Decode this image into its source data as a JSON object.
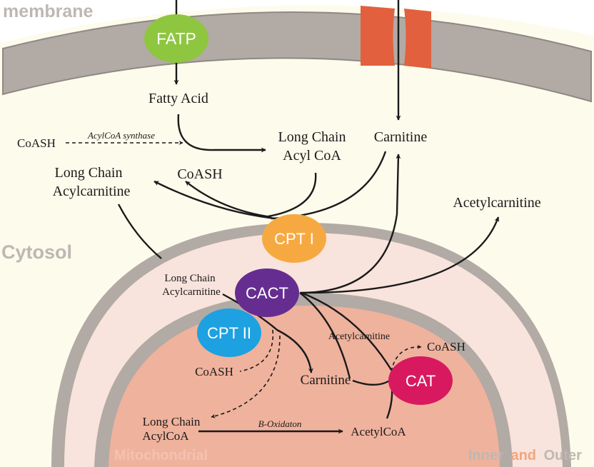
{
  "labels": {
    "membrane": "membrane",
    "cytosol": "Cytosol",
    "mitochondrial": "Mitochondrial",
    "inner": "Inner",
    "and": "and",
    "outer": "Outer"
  },
  "proteins": {
    "fatp": "FATP",
    "cpt1": "CPT I",
    "cact": "CACT",
    "cpt2": "CPT II",
    "cat": "CAT"
  },
  "metabolites": {
    "fatty_acid": "Fatty Acid",
    "coash_cytosol_left": "CoASH",
    "acylcoa_synthase": "AcylCoA synthase",
    "long_chain_acyl_coa_line1": "Long Chain",
    "long_chain_acyl_coa_line2": "Acyl CoA",
    "carnitine_top": "Carnitine",
    "long_chain_acylcarnitine_line1": "Long Chain",
    "long_chain_acylcarnitine_line2": "Acylcarnitine",
    "coash_cytosol_mid": "CoASH",
    "acetylcarnitine_out": "Acetylcarnitine",
    "ims_long_chain_acylcarnitine_line1": "Long Chain",
    "ims_long_chain_acylcarnitine_line2": "Acylcarnitine",
    "acetylcarnitine_inner": "Acetylcarnitine",
    "coash_cat": "CoASH",
    "coash_cpt2": "CoASH",
    "carnitine_matrix": "Carnitine",
    "matrix_long_chain_line1": "Long Chain",
    "matrix_long_chain_line2": "AcylCoA",
    "b_oxidation": "B-Oxidaton",
    "acetylcoa": "AcetylCoA"
  },
  "colors": {
    "background": "#ffffff",
    "cytosol": "#fdfbec",
    "membrane": "#b2aaa4",
    "membrane_edge": "#8f8883",
    "channel": "#e2603d",
    "intermembrane": "#f8e4dc",
    "matrix": "#efb29d",
    "fatp": "#8ec63f",
    "cpt1": "#f7a941",
    "cact": "#662d91",
    "cpt2": "#1ea1e0",
    "cat": "#d8195f",
    "label_gray": "#bdb8b3",
    "label_pink": "#f5c2ae",
    "label_orange": "#f3a47c",
    "arrow": "#1a1a1a"
  }
}
